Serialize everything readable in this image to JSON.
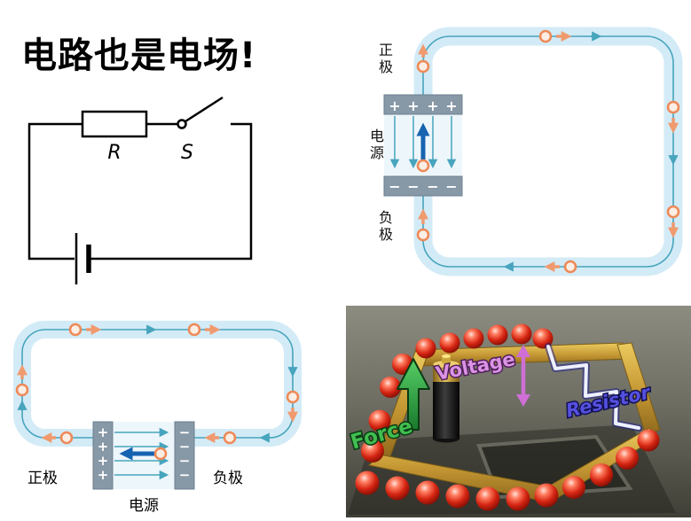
{
  "title": "电路也是电场!",
  "schematic": {
    "resistor_label": "R",
    "switch_label": "S"
  },
  "symbols": {
    "plus": "+",
    "minus": "−"
  },
  "loop_top_right": {
    "positive": "正极",
    "source": "电源",
    "negative": "负极"
  },
  "loop_bottom_left": {
    "positive": "正极",
    "source": "电源",
    "negative": "负极"
  },
  "scene_3d": {
    "force": "Force",
    "voltage": "Voltage",
    "resistor": "Resistor"
  },
  "colors": {
    "tube_fill": "#d3ebf7",
    "flow_line": "#47a5bd",
    "charge_ring": "#ee8a58",
    "charge_arrow": "#f09a6e",
    "emf_arrow": "#1663b0",
    "plate_gray": "#8798a7",
    "force_green": "#41bd50",
    "voltage_purple": "#dc93e4",
    "resistor_blue": "#5550e0",
    "track_gold": "#c39532",
    "sphere_red": "#d52512"
  }
}
